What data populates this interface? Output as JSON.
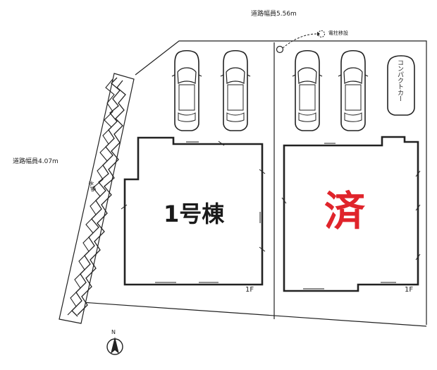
{
  "road_labels": {
    "top_road": "道路幅員5.56m",
    "left_road": "道路幅員4.07m"
  },
  "labels": {
    "pole": "電柱移設",
    "compact_car": "コンパクトカー",
    "waterway": "水路",
    "building_1": "1号棟",
    "sold_mark": "済",
    "floor_left": "1F",
    "floor_right": "1F",
    "north": "N"
  },
  "colors": {
    "line": "#222222",
    "sold": "#e0242b"
  }
}
